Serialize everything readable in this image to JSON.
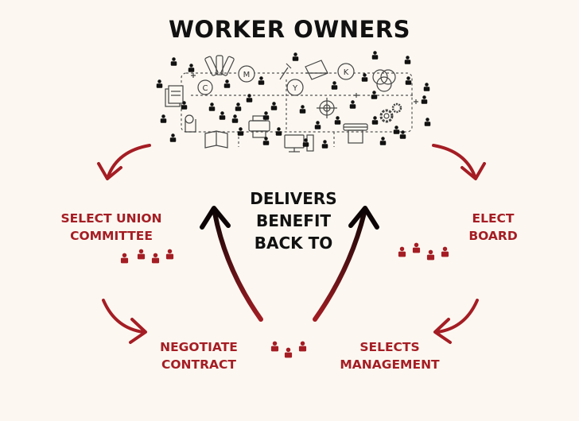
{
  "title": "WORKER OWNERS",
  "center_text": [
    "DELIVERS",
    "BENEFIT",
    "BACK TO"
  ],
  "left_label": [
    "SELECT UNION",
    "COMMITTEE"
  ],
  "right_label": [
    "ELECT",
    "BOARD"
  ],
  "bottom_left_label": [
    "NEGOTIATE",
    "CONTRACT"
  ],
  "bottom_right_label": [
    "SELECTS",
    "MANAGEMENT"
  ],
  "cmyk_letters": [
    "C",
    "M",
    "Y",
    "K"
  ],
  "colors": {
    "accent_red": "#a51d24",
    "ink": "#111111",
    "background": "#fcf8f1",
    "line_gray": "#555555"
  }
}
